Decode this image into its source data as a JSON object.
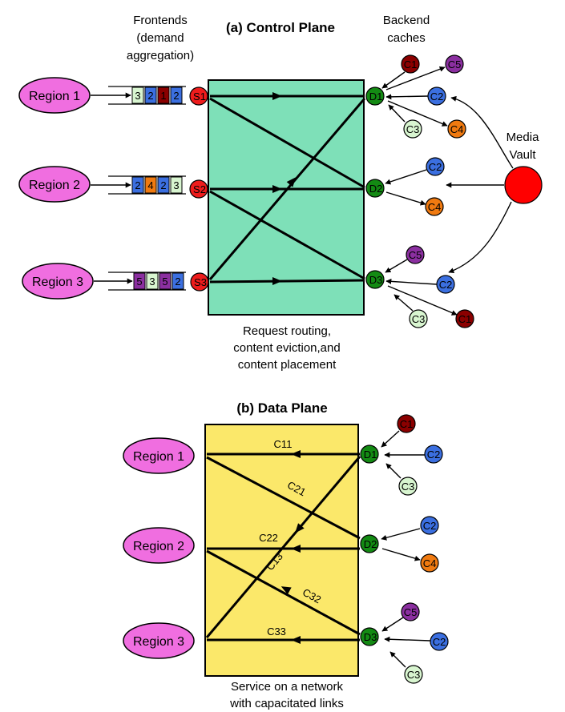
{
  "control_plane": {
    "title": "(a) Control Plane",
    "frontends_label": [
      "Frontends",
      "(demand",
      "aggregation)"
    ],
    "backend_label": [
      "Backend",
      "caches"
    ],
    "vault_label": [
      "Media",
      "Vault"
    ],
    "caption": [
      "Request routing,",
      "content eviction,and",
      "content placement"
    ],
    "regions": [
      "Region 1",
      "Region 2",
      "Region 3"
    ],
    "switches": [
      "S1",
      "S2",
      "S3"
    ],
    "caches": [
      "D1",
      "D2",
      "D3"
    ],
    "queues": [
      [
        {
          "label": "3",
          "color": "#d8f5d0"
        },
        {
          "label": "2",
          "color": "#3b6fe0"
        },
        {
          "label": "1",
          "color": "#8b0000"
        },
        {
          "label": "2",
          "color": "#3b6fe0"
        }
      ],
      [
        {
          "label": "2",
          "color": "#3b6fe0"
        },
        {
          "label": "4",
          "color": "#f07a10"
        },
        {
          "label": "2",
          "color": "#3b6fe0"
        },
        {
          "label": "3",
          "color": "#d8f5d0"
        }
      ],
      [
        {
          "label": "5",
          "color": "#8b2fa0"
        },
        {
          "label": "3",
          "color": "#d8f5d0"
        },
        {
          "label": "5",
          "color": "#8b2fa0"
        },
        {
          "label": "2",
          "color": "#3b6fe0"
        }
      ]
    ],
    "content": [
      [
        "C1",
        "C5",
        "C2",
        "C4",
        "C3"
      ],
      [
        "C2",
        "C4"
      ],
      [
        "C5",
        "C2",
        "C1",
        "C3"
      ]
    ]
  },
  "data_plane": {
    "title": "(b) Data Plane",
    "caption": [
      "Service on a network",
      "with capacitated links"
    ],
    "regions": [
      "Region 1",
      "Region 2",
      "Region 3"
    ],
    "caches": [
      "D1",
      "D2",
      "D3"
    ],
    "links": [
      "C11",
      "C21",
      "C22",
      "C13",
      "C32",
      "C33"
    ],
    "content": [
      [
        "C1",
        "C2",
        "C3"
      ],
      [
        "C2",
        "C4"
      ],
      [
        "C5",
        "C2",
        "C3"
      ]
    ]
  },
  "colors": {
    "control_panel": "#7ee0b8",
    "data_panel": "#fbe86a",
    "region": "#f06ee0",
    "switch": "#ee1c1c",
    "cache": "#138a13",
    "vault": "#ff0000",
    "c1": "#8b0000",
    "c2": "#3b6fe0",
    "c3": "#d8f5d0",
    "c4": "#f07a10",
    "c5": "#8b2fa0"
  }
}
